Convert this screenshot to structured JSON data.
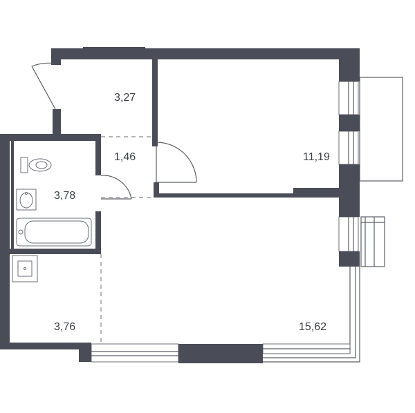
{
  "rooms": [
    {
      "id": "hall",
      "area": "3,27"
    },
    {
      "id": "corridor",
      "area": "1,46"
    },
    {
      "id": "bedroom",
      "area": "11,19"
    },
    {
      "id": "bathroom",
      "area": "3,78"
    },
    {
      "id": "kitchen",
      "area": "3,76"
    },
    {
      "id": "living",
      "area": "15,62"
    }
  ],
  "colors": {
    "wall": "#4a4d57",
    "line": "#5a5d66",
    "text": "#3b3e46"
  }
}
